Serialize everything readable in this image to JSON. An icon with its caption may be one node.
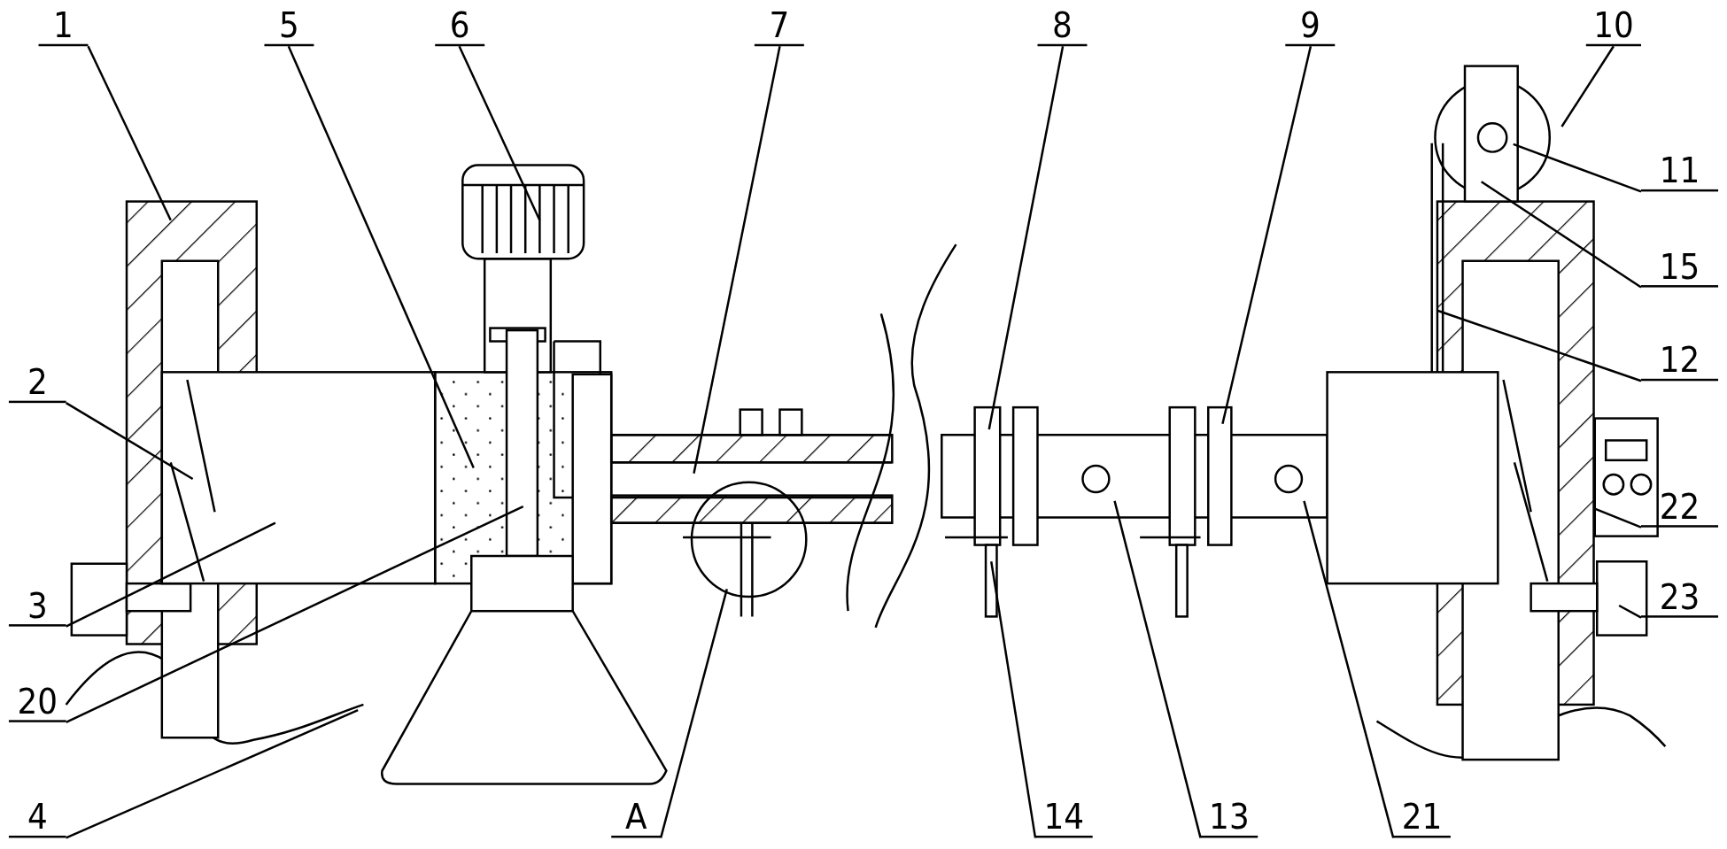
{
  "diagram": {
    "nodes": [
      {
        "text": [
          "1"
        ]
      },
      {
        "text": [
          "5"
        ]
      },
      {
        "text": [
          "6"
        ]
      },
      {
        "text": [
          "7"
        ]
      },
      {
        "text": [
          "8"
        ]
      },
      {
        "text": [
          "9"
        ]
      },
      {
        "text": [
          "10"
        ]
      },
      {
        "text": [
          "11"
        ]
      },
      {
        "text": [
          "15"
        ]
      },
      {
        "text": [
          "2"
        ]
      },
      {
        "text": [
          "12"
        ]
      },
      {
        "text": [
          "22"
        ]
      },
      {
        "text": [
          "3"
        ]
      },
      {
        "text": [
          "23"
        ]
      },
      {
        "text": [
          "20"
        ]
      },
      {
        "text": [
          "4"
        ]
      },
      {
        "text": [
          "A"
        ]
      },
      {
        "text": [
          "14"
        ]
      },
      {
        "text": [
          "13"
        ]
      },
      {
        "text": [
          "21"
        ]
      }
    ],
    "edges": [
      {
        "from": 0,
        "to": null,
        "arrow": "none"
      },
      {
        "from": 1,
        "to": null,
        "arrow": "none"
      },
      {
        "from": 2,
        "to": null,
        "arrow": "none"
      },
      {
        "from": 3,
        "to": null,
        "arrow": "none"
      },
      {
        "from": 4,
        "to": null,
        "arrow": "none"
      },
      {
        "from": 5,
        "to": null,
        "arrow": "none"
      },
      {
        "from": 6,
        "to": null,
        "arrow": "none"
      },
      {
        "from": 7,
        "to": null,
        "arrow": "none"
      },
      {
        "from": 8,
        "to": null,
        "arrow": "none"
      },
      {
        "from": 9,
        "to": null,
        "arrow": "none"
      },
      {
        "from": 10,
        "to": null,
        "arrow": "none"
      },
      {
        "from": 11,
        "to": null,
        "arrow": "none"
      },
      {
        "from": 12,
        "to": null,
        "arrow": "none"
      },
      {
        "from": 13,
        "to": null,
        "arrow": "none"
      },
      {
        "from": 14,
        "to": null,
        "arrow": "none"
      },
      {
        "from": 15,
        "to": null,
        "arrow": "none"
      },
      {
        "from": 16,
        "to": null,
        "arrow": "none"
      },
      {
        "from": 17,
        "to": null,
        "arrow": "none"
      },
      {
        "from": 18,
        "to": null,
        "arrow": "none"
      },
      {
        "from": 19,
        "to": null,
        "arrow": "none"
      }
    ]
  }
}
